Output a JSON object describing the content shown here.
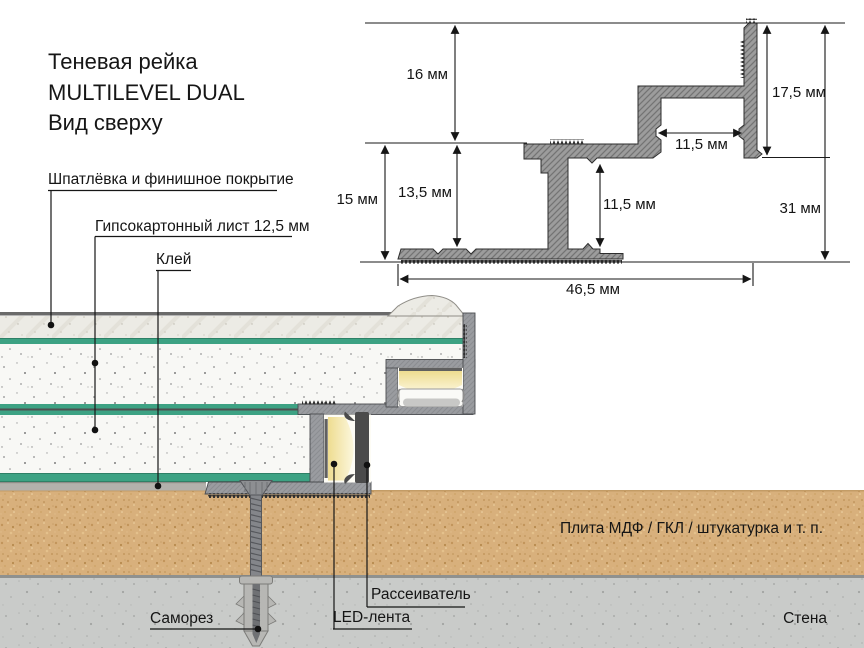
{
  "title": {
    "line1": "Теневая рейка",
    "line2": "MULTILEVEL DUAL",
    "line3": "Вид сверху"
  },
  "callouts": {
    "putty": "Шпатлёвка и финишное покрытие",
    "drywall": "Гипсокартонный лист 12,5 мм",
    "glue": "Клей",
    "screw": "Саморез",
    "led": "LED-лента",
    "diffuser": "Рассеиватель",
    "board": "Плита МДФ / ГКЛ / штукатурка и т. п.",
    "wall": "Стена"
  },
  "dimensions": {
    "height_top": "16 мм",
    "height_left": "15 мм",
    "height_inner_left": "13,5 мм",
    "width_upper_channel": "11,5 мм",
    "height_lower_channel": "11,5 мм",
    "height_right_flange": "17,5 мм",
    "height_total": "31 мм",
    "width_total": "46,5 мм"
  },
  "colors": {
    "green_paper": "#3da283",
    "mdf_board": "#d8b07c",
    "concrete": "#c9cbc9",
    "led_glow": "#f2e193",
    "metal": "#9c9c9c",
    "diffuser_dark": "#4b4b4b"
  }
}
